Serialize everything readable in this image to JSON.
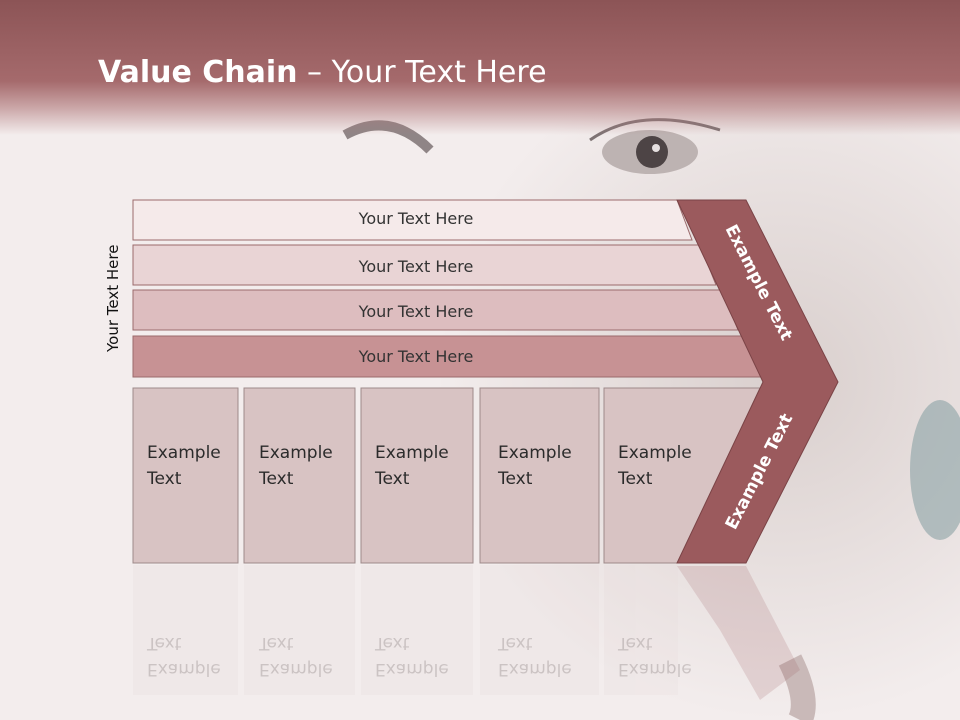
{
  "slide": {
    "title_bold": "Value Chain",
    "title_rest": " – Your Text Here",
    "side_label": "Your Text Here"
  },
  "bars": [
    {
      "label": "Your Text Here",
      "fill": "#f5eaea"
    },
    {
      "label": "Your Text Here",
      "fill": "#e9d4d5"
    },
    {
      "label": "Your Text Here",
      "fill": "#ddbdbf"
    },
    {
      "label": "Your Text Here",
      "fill": "#c79294"
    }
  ],
  "boxes": [
    {
      "line1": "Example",
      "line2": "Text"
    },
    {
      "line1": "Example",
      "line2": "Text"
    },
    {
      "line1": "Example",
      "line2": "Text"
    },
    {
      "line1": "Example",
      "line2": "Text"
    },
    {
      "line1": "Example",
      "line2": "Text"
    }
  ],
  "chevron": {
    "upper_label": "Example Text",
    "lower_label": "Example Text",
    "fill": "#9b5a5d"
  }
}
